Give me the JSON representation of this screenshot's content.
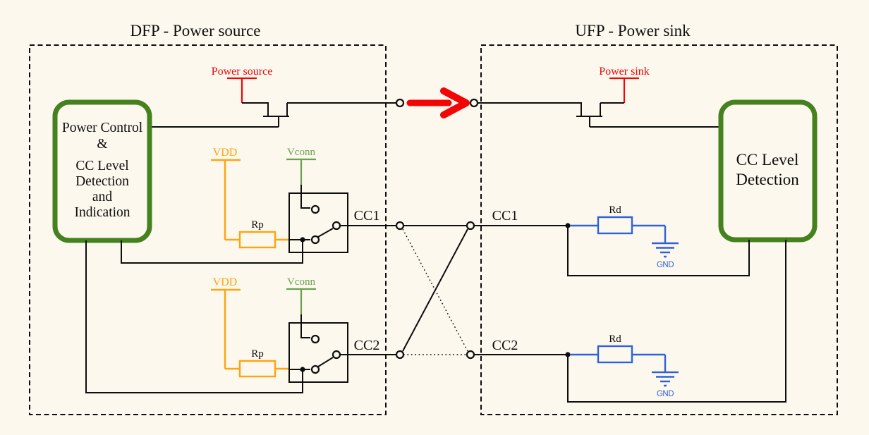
{
  "colors": {
    "background": "#fcf8ee",
    "wire_black": "#0d0d0d",
    "supply_red": "#f20505",
    "vdd_orange": "#ffa40e",
    "vconn_green": "#6ba04f",
    "block_border_green": "#45821f",
    "rd_gnd_blue": "#2f62d8"
  },
  "dfp": {
    "title": "DFP - Power source",
    "power_supply_label": "Power source",
    "control_block": {
      "lines": [
        "Power Control",
        "&",
        "CC Level",
        "Detection",
        "and",
        "Indication"
      ]
    },
    "cc1": {
      "vdd_label": "VDD",
      "vconn_label": "Vconn",
      "resistor_label": "Rp",
      "cc_label": "CC1"
    },
    "cc2": {
      "vdd_label": "VDD",
      "vconn_label": "Vconn",
      "resistor_label": "Rp",
      "cc_label": "CC2"
    }
  },
  "ufp": {
    "title": "UFP - Power sink",
    "power_supply_label": "Power sink",
    "detection_block": {
      "lines": [
        "CC Level",
        "Detection"
      ]
    },
    "cc1": {
      "cc_label": "CC1",
      "resistor_label": "Rd",
      "gnd_label": "GND"
    },
    "cc2": {
      "cc_label": "CC2",
      "resistor_label": "Rd",
      "gnd_label": "GND"
    }
  }
}
